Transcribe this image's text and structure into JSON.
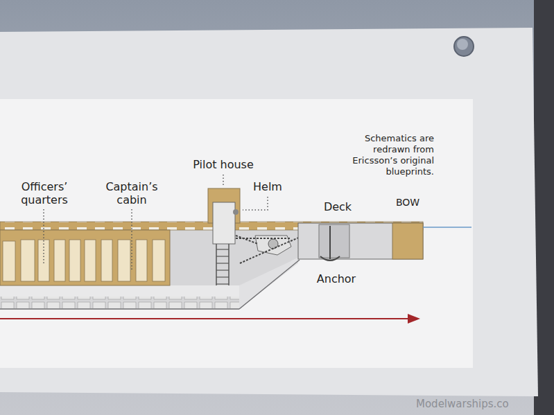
{
  "diagram": {
    "labels": [
      "Schematics are redrawn from Ericsson’s original blueprints.",
      "Pilot house",
      "Officers’ quarters",
      "Captain’s cabin",
      "Helm",
      "Deck",
      "BOW",
      "Anchor",
      "Modelwarships.co"
    ]
  }
}
